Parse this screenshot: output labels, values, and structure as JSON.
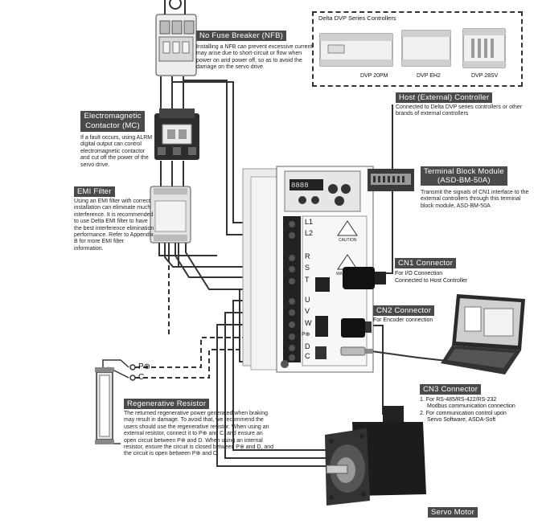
{
  "nfb": {
    "title": "No Fuse Breaker (NFB)",
    "desc": "Installing a NFB can prevent excessive current may arise due to short-circuit or flow when power on and power off, so as to avoid the damage on the servo drive."
  },
  "mc": {
    "title": "Electromagnetic Contactor (MC)",
    "desc": "If a fault occurs, using ALRM digital output can control electromagnetic contactor and cut off the power of the servo drive."
  },
  "emi": {
    "title": "EMI Filter",
    "desc": "Using an EMI filter with correct installation can eliminate much interference. It is recommended to use Delta EMI filter to have the best interference elimination performance. Refer to Appendix B for more EMI filter information."
  },
  "dvp": {
    "box_title": "Delta DVP Series Controllers",
    "models": [
      "DVP 20PM",
      "DVP EH2",
      "DVP 28SV"
    ]
  },
  "host": {
    "title": "Host (External) Controller",
    "desc": "Connected to Delta DVP series controllers or other brands of external controllers"
  },
  "terminal_block": {
    "title_line1": "Terminal Block Module",
    "title_line2": "(ASD-BM-50A)",
    "desc": "Transmit the signals of CN1 interface to the external controllers through this terminal block module, ASD-BM-50A"
  },
  "cn1": {
    "title": "CN1 Connector",
    "desc_line1": "For I/O Connection",
    "desc_line2": "Connected to Host Controller"
  },
  "cn2": {
    "title": "CN2 Connector",
    "desc": "For Encoder connection"
  },
  "cn3": {
    "title": "CN3 Connector",
    "item1_line1": "1. For RS-485/RS-422/RS-232",
    "item1_line2": "Modbus communication connection",
    "item2_line1": "2. For communication control upon",
    "item2_line2": "Servo Software, ASDA-Soft"
  },
  "regen": {
    "title": "Regenerative Resistor",
    "desc": "The returned regenerative power generated when braking may result in damage. To avoid that, we recommend the users should use the regenerative resistor. When using an external resistor, connect it to P⊕ and C, and ensure an open circuit between P⊕ and D. When using an internal resistor, ensure the circuit is closed between P⊕ and D, and the circuit is open between P⊕ and C.",
    "terminal_p": "P⊕",
    "terminal_c": "C"
  },
  "motor": {
    "title": "Servo Motor"
  },
  "drive": {
    "terminals": [
      "L1",
      "L2",
      "R",
      "S",
      "T",
      "U",
      "V",
      "W",
      "P⊕",
      "D",
      "C"
    ],
    "caution_label": "CAUTION",
    "warning_label": "WARNING"
  }
}
